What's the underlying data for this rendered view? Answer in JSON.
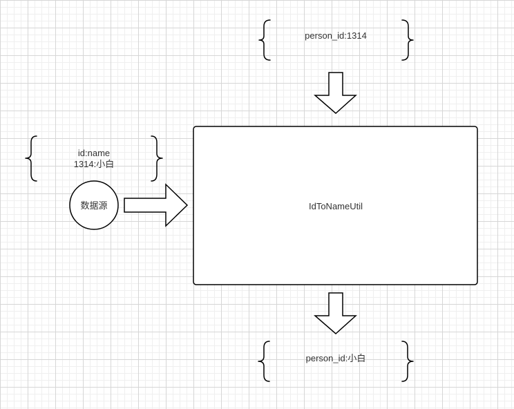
{
  "diagram": {
    "input_block": {
      "text": "person_id:1314"
    },
    "mapping_block": {
      "line1": "id:name",
      "line2": "1314:小白"
    },
    "data_source": {
      "label": "数据源"
    },
    "processor": {
      "label": "IdToNameUtil"
    },
    "output_block": {
      "text": "person_id:小白"
    }
  }
}
